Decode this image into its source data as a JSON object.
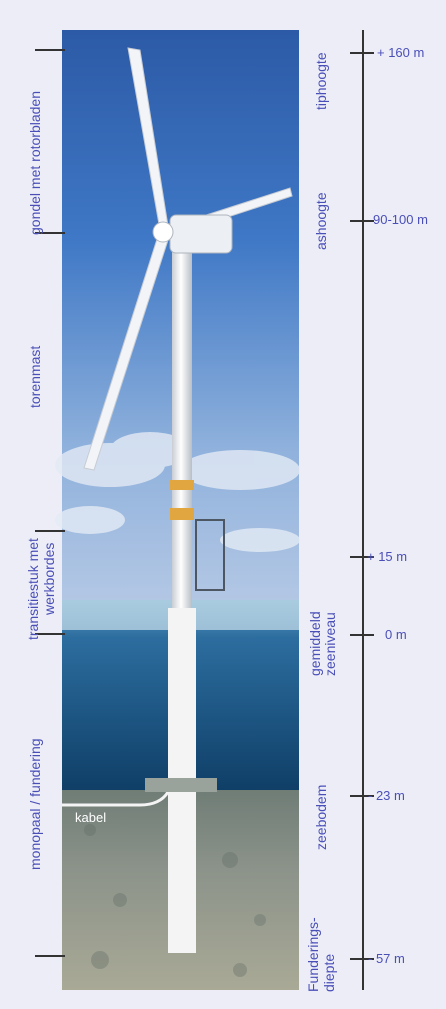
{
  "left_labels": {
    "gondel": "gondel met rotorbladen",
    "torenmast": "torenmast",
    "transitiestuk": "transitiestuk met",
    "werkbordes": "werkbordes",
    "monopaal": "monopaal / fundering"
  },
  "right_labels": {
    "tiphoogte": "tiphoogte",
    "ashoogte": "ashoogte",
    "zeeniveau_1": "gemiddeld",
    "zeeniveau_2": "zeeniveau",
    "zeebodem": "zeebodem",
    "fundering_1": "Funderings-",
    "fundering_2": "diepte"
  },
  "scale_values": {
    "v160": "+ 160 m",
    "v90": "90-100 m",
    "v15": "+ 15 m",
    "v0": "0 m",
    "v23": "- 23 m",
    "v57": "- 57 m"
  },
  "image_labels": {
    "kabel": "kabel"
  },
  "colors": {
    "label": "#4a4fb8",
    "sky_top": "#2f5fa8",
    "sea": "#1f5c8e"
  }
}
